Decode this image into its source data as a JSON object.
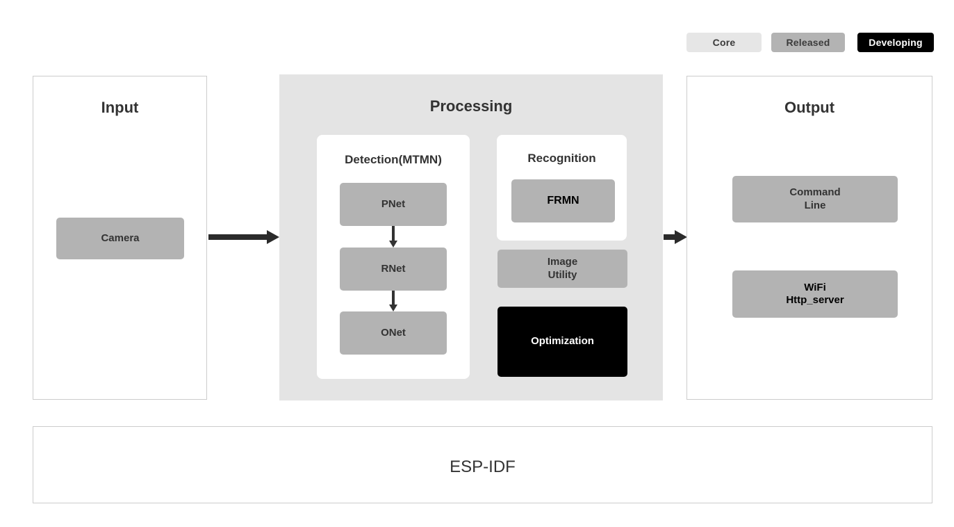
{
  "legend": {
    "items": [
      {
        "id": "core",
        "label": "Core",
        "color": "#e6e6e6",
        "text_color": "#3b3b3b"
      },
      {
        "id": "released",
        "label": "Released",
        "color": "#b3b3b3",
        "text_color": "#3b3b3b"
      },
      {
        "id": "developing",
        "label": "Developing",
        "color": "#000000",
        "text_color": "#ffffff"
      }
    ]
  },
  "input": {
    "title": "Input",
    "camera": {
      "label": "Camera",
      "status": "released"
    }
  },
  "processing": {
    "title": "Processing",
    "detection": {
      "title": "Detection(MTMN)",
      "stages": [
        {
          "label": "PNet",
          "status": "released"
        },
        {
          "label": "RNet",
          "status": "released"
        },
        {
          "label": "ONet",
          "status": "released"
        }
      ]
    },
    "recognition": {
      "title": "Recognition",
      "model": {
        "label": "FRMN",
        "status": "released"
      }
    },
    "image_utility": {
      "label": "Image\nUtility",
      "status": "released"
    },
    "optimization": {
      "label": "Optimization",
      "status": "developing"
    }
  },
  "output": {
    "title": "Output",
    "nodes": [
      {
        "label": "Command\nLine",
        "status": "released"
      },
      {
        "label": "WiFi\nHttp_server",
        "status": "released"
      }
    ]
  },
  "base": {
    "title": "ESP-IDF"
  }
}
